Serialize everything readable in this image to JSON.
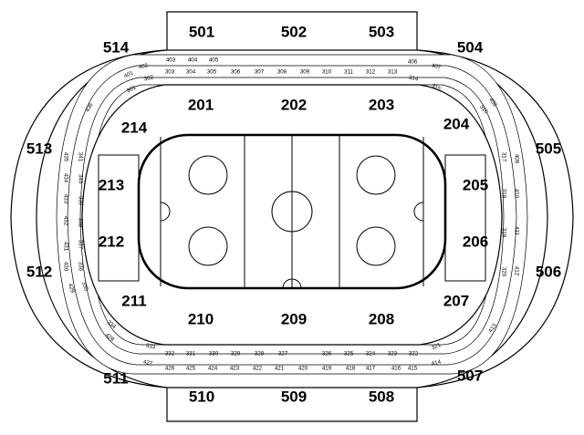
{
  "sections_500": [
    "501",
    "502",
    "503",
    "504",
    "505",
    "506",
    "507",
    "508",
    "509",
    "510",
    "511",
    "512",
    "513",
    "514"
  ],
  "sections_200": [
    "201",
    "202",
    "203",
    "204",
    "205",
    "206",
    "207",
    "208",
    "209",
    "210",
    "211",
    "212",
    "213",
    "214"
  ],
  "boxes_400": [
    "401",
    "402",
    "403",
    "404",
    "405",
    "406",
    "407",
    "408",
    "409",
    "410",
    "411",
    "412",
    "413",
    "414",
    "415",
    "416",
    "417",
    "418",
    "419",
    "420",
    "421",
    "422",
    "423",
    "424",
    "425",
    "426",
    "427",
    "428",
    "429",
    "430",
    "431",
    "432",
    "433",
    "434",
    "435",
    "436"
  ],
  "boxes_300": [
    "301",
    "302",
    "303",
    "304",
    "305",
    "306",
    "307",
    "308",
    "309",
    "310",
    "311",
    "312",
    "313",
    "314",
    "315",
    "316",
    "317",
    "318",
    "319",
    "320",
    "321",
    "322",
    "323",
    "324",
    "325",
    "326",
    "327",
    "328",
    "329",
    "330",
    "331",
    "332",
    "333",
    "334",
    "335",
    "336",
    "337",
    "338",
    "339",
    "340",
    "341"
  ]
}
